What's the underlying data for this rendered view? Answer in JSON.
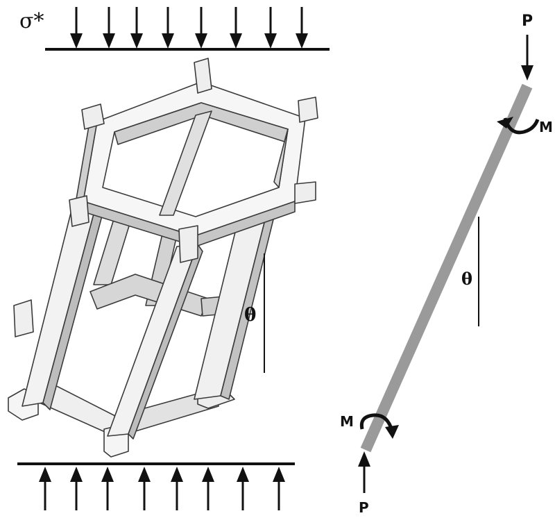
{
  "left_panel": {
    "stress_label": "σ*",
    "angle_label": "θ"
  },
  "right_panel": {
    "top_force_label": "P",
    "bottom_force_label": "P",
    "top_moment_label": "M",
    "bottom_moment_label": "M",
    "angle_label": "θ"
  },
  "colors": {
    "line": "#111111",
    "strut": "#9a9a9a",
    "cell_face": "#f4f4f4",
    "cell_shade": "#c9c9c9",
    "cell_outline": "#3a3a3a"
  }
}
